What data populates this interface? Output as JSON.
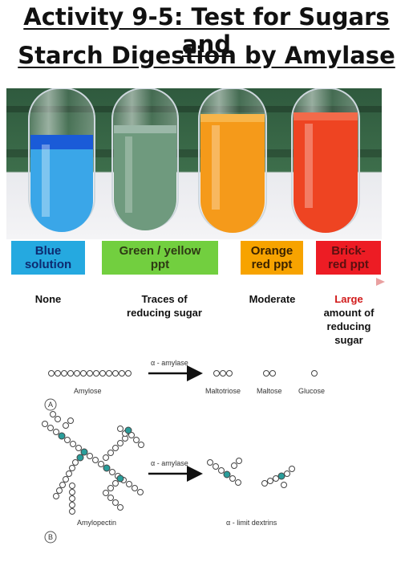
{
  "title": {
    "line1": "Activity 9-5: Test for Sugars and",
    "line2": "Starch Digestion by Amylase"
  },
  "colors": {
    "blue": "#25a9e0",
    "green": "#72cf3f",
    "orange": "#f7a300",
    "red": "#ed1c24",
    "tube_blue": "#3aa6e8",
    "tube_green": "#6f9a7e",
    "tube_orange": "#f59a1a",
    "tube_red": "#ee4422",
    "glucose_teal": "#2a9d9a"
  },
  "results": [
    {
      "label_line1": "Blue",
      "label_line2": "solution",
      "level_line1": "None",
      "level_line2": ""
    },
    {
      "label_line1": "Green / yellow",
      "label_line2": "ppt",
      "level_line1": "Traces of",
      "level_line2": "reducing sugar"
    },
    {
      "label_line1": "Orange",
      "label_line2": "red ppt",
      "level_line1": "Moderate",
      "level_line2": ""
    },
    {
      "label_line1": "Brick-",
      "label_line2": "red ppt",
      "level_line1": "Large",
      "level_line2": "amount of",
      "level_line3": "reducing",
      "level_line4": "sugar"
    }
  ],
  "diagram": {
    "enzyme": "α - amylase",
    "panel_a": {
      "letter": "A",
      "substrate": "Amylose",
      "products": [
        "Maltotriose",
        "Maltose",
        "Glucose"
      ]
    },
    "panel_b": {
      "letter": "B",
      "substrate": "Amylopectin",
      "product": "α - limit dextrins"
    }
  }
}
